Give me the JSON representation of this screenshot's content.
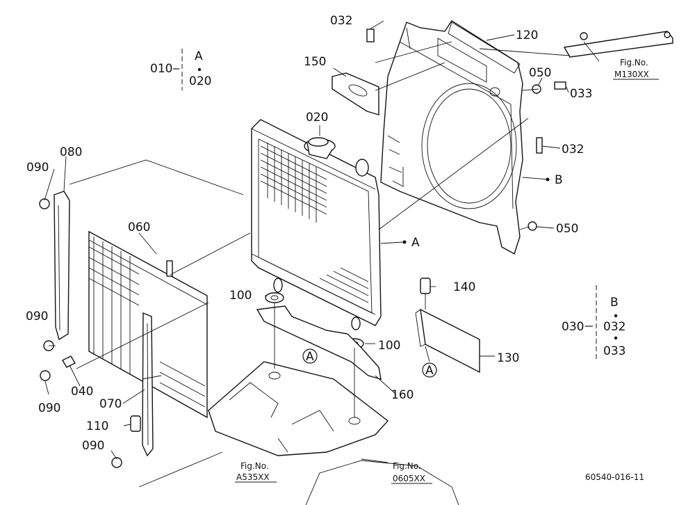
{
  "title_code": "60540-016-11",
  "callouts": {
    "p010": "010",
    "p020_top": "020",
    "p020_group": "020",
    "p030": "030",
    "p032_top": "032",
    "p032_right": "032",
    "p032_group": "032",
    "p033_right": "033",
    "p033_group": "033",
    "p040": "040",
    "p050_top": "050",
    "p050_bottom": "050",
    "p060": "060",
    "p070": "070",
    "p080": "080",
    "p090_a": "090",
    "p090_b": "090",
    "p090_c": "090",
    "p090_d": "090",
    "p100_a": "100",
    "p100_b": "100",
    "p110": "110",
    "p120": "120",
    "p130": "130",
    "p140": "140",
    "p150": "150",
    "p160": "160"
  },
  "groups": {
    "a_letter": "A",
    "b_letter": "B",
    "ref_a_radiator": "A",
    "ref_b_shroud": "B",
    "circle_a_1": "A",
    "circle_a_2": "A"
  },
  "fig_refs": {
    "m130": {
      "label": "Fig.No.",
      "code": "M130XX"
    },
    "a535": {
      "label": "Fig.No.",
      "code": "A535XX"
    },
    "o605": {
      "label": "Fig.No.",
      "code": "0605XX"
    }
  }
}
